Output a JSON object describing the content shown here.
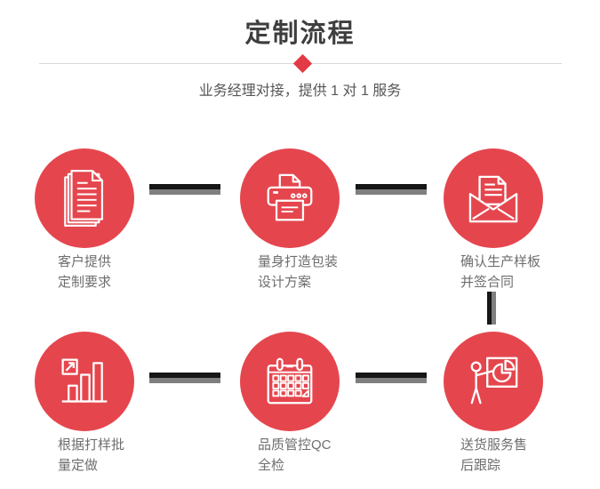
{
  "header": {
    "title": "定制流程",
    "subtitle": "业务经理对接，提供 1 对 1 服务"
  },
  "colors": {
    "accent_red": "#e5464e",
    "diamond_red": "#e23b45",
    "divider_gray": "#d9d9d9",
    "connector_black": "#161616",
    "connector_gray": "#7f7f7f",
    "title_text": "#3e3e3e",
    "label_text": "#6e6e6e"
  },
  "steps": [
    {
      "icon": "documents-icon",
      "line1": "客户提供",
      "line2": "定制要求"
    },
    {
      "icon": "printer-icon",
      "line1": "量身打造包装",
      "line2": "设计方案"
    },
    {
      "icon": "envelope-icon",
      "line1": "确认生产样板",
      "line2": "并签合同"
    },
    {
      "icon": "bar-chart-icon",
      "line1": "根据打样批",
      "line2": "量定做"
    },
    {
      "icon": "calendar-icon",
      "line1": "品质管控QC",
      "line2": "全检"
    },
    {
      "icon": "presentation-icon",
      "line1": "送货服务售",
      "line2": "后跟踪"
    }
  ]
}
